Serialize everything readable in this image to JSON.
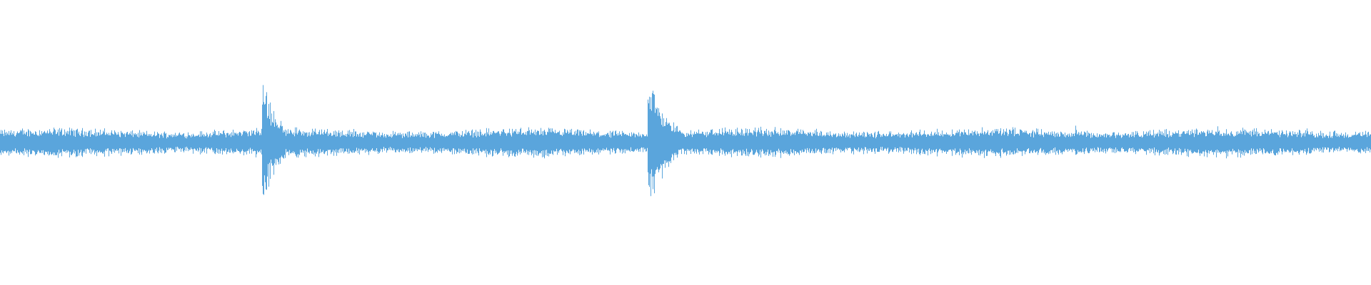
{
  "waveform": {
    "color": "#5aa5dc",
    "background": "#ffffff",
    "baseline_amplitude": 0.1,
    "transients": [
      {
        "position": 0.191,
        "peak": 0.52,
        "decay": 0.012
      },
      {
        "position": 0.472,
        "peak": 0.54,
        "decay": 0.015
      },
      {
        "position": 0.784,
        "peak": 0.14,
        "decay": 0.006
      },
      {
        "position": 0.952,
        "peak": 0.13,
        "decay": 0.006
      }
    ]
  }
}
